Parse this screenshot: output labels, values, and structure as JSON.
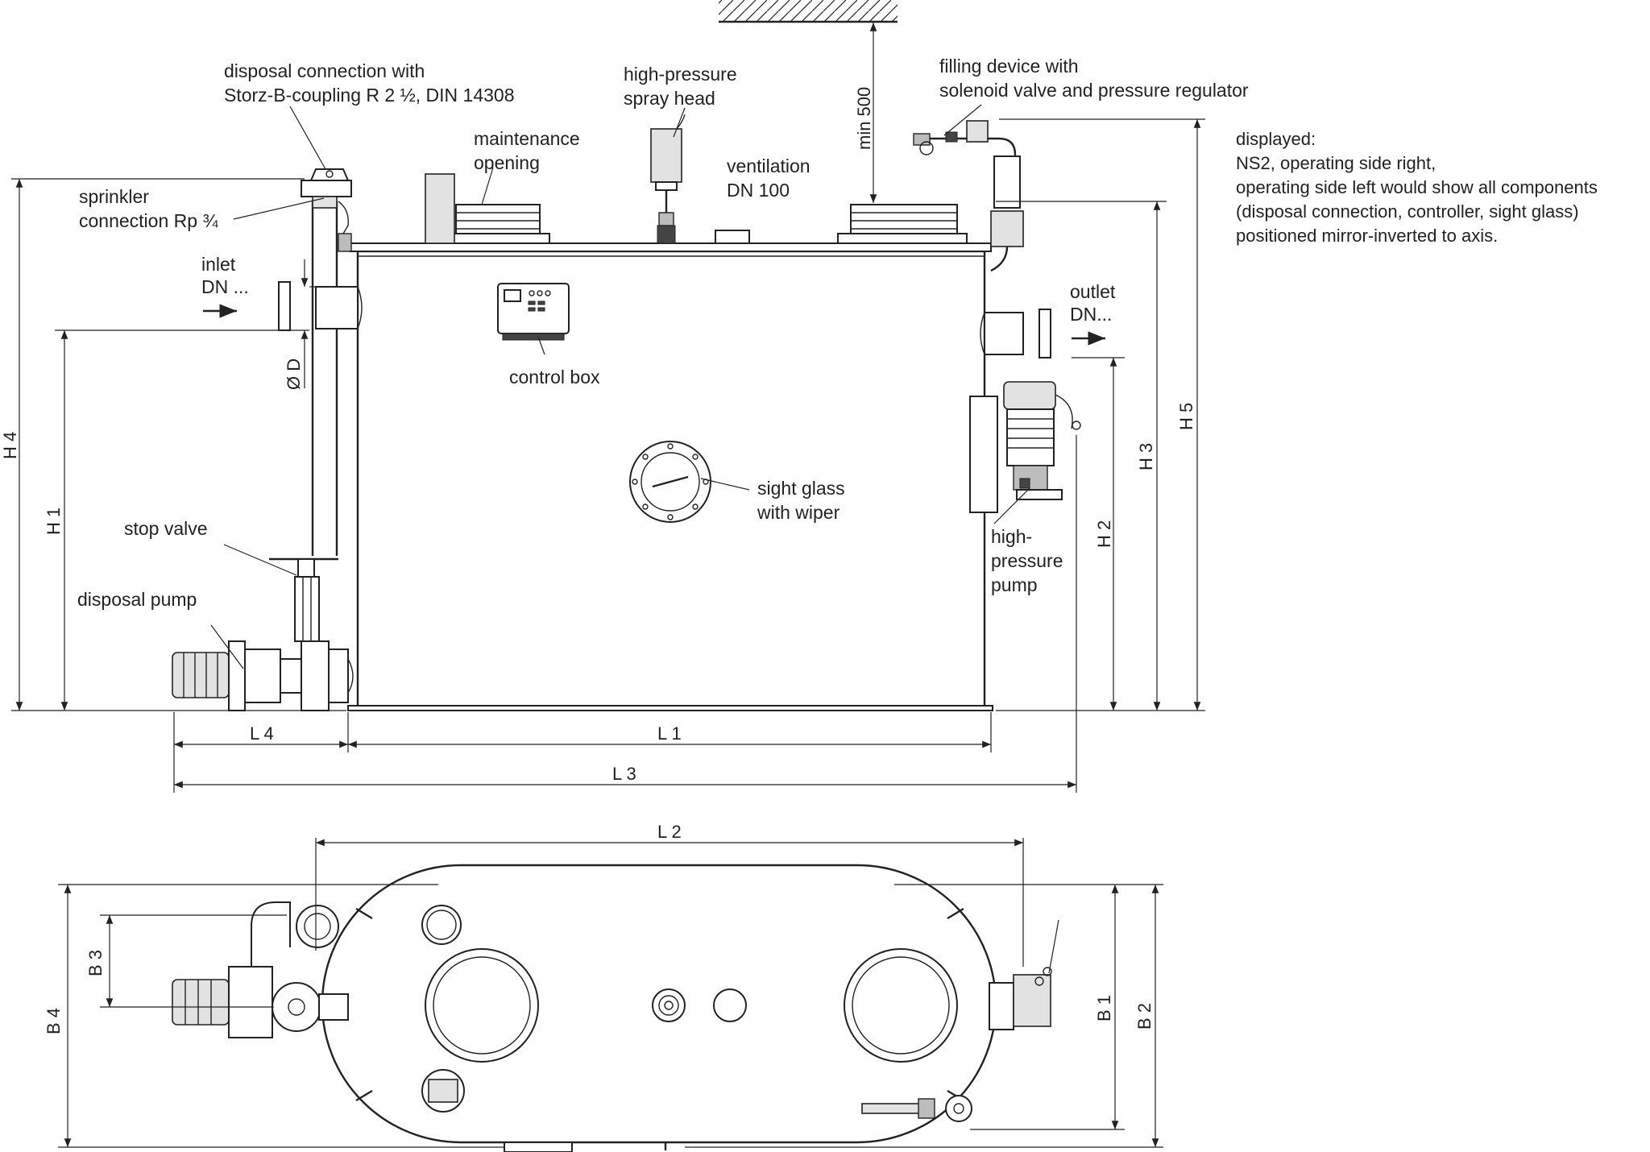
{
  "labels": {
    "disposal_connection_1": "disposal connection with",
    "disposal_connection_2": "Storz-B-coupling R 2 ½, DIN 14308",
    "high_pressure_spray_1": "high-pressure",
    "high_pressure_spray_2": "spray head",
    "maintenance_1": "maintenance",
    "maintenance_2": "opening",
    "ventilation_1": "ventilation",
    "ventilation_2": "DN 100",
    "min_500": "min 500",
    "filling_1": "filling device with",
    "filling_2": "solenoid valve and pressure regulator",
    "sprinkler_1": "sprinkler",
    "sprinkler_2": "connection Rp ¾",
    "inlet_1": "inlet",
    "inlet_2": "DN ...",
    "outlet_1": "outlet",
    "outlet_2": "DN...",
    "control_box": "control box",
    "sight_glass_1": "sight glass",
    "sight_glass_2": "with wiper",
    "hp_pump_1": "high-",
    "hp_pump_2": "pressure",
    "hp_pump_3": "pump",
    "stop_valve": "stop valve",
    "disposal_pump": "disposal pump"
  },
  "notes": [
    "displayed:",
    "NS2, operating side right,",
    "operating side left would show all components",
    "(disposal connection, controller, sight glass)",
    "positioned mirror-inverted to axis."
  ],
  "dimensions": {
    "H1": "H 1",
    "H2": "H 2",
    "H3": "H 3",
    "H4": "H 4",
    "H5": "H 5",
    "L1": "L 1",
    "L2": "L 2",
    "L3": "L 3",
    "L4": "L 4",
    "B1": "B 1",
    "B2": "B 2",
    "B3": "B 3",
    "B4": "B 4",
    "OD": "Ø D"
  }
}
